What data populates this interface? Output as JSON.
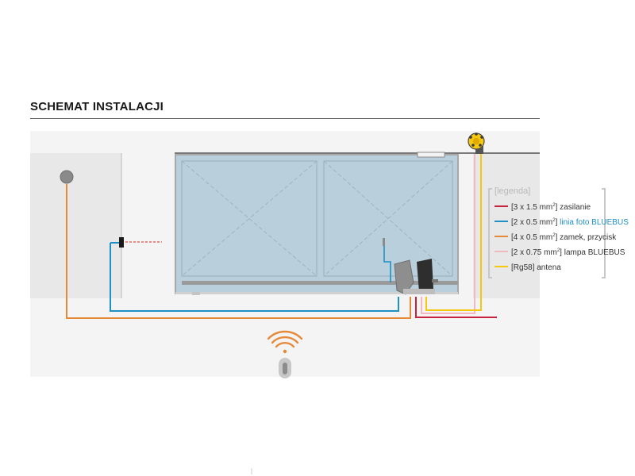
{
  "title": "SCHEMAT INSTALACJI",
  "colors": {
    "wall": "#e8e8e8",
    "gate_fill": "#b9cfdb",
    "gate_frame": "#a8a8a8",
    "power": "#c8233e",
    "bluebus_photo": "#1f8fc6",
    "lock_button": "#e68a3a",
    "lamp_bluebus": "#f2b9c2",
    "antenna": "#f5c70f",
    "bluebus_text": "#1f8fc6"
  },
  "legend": {
    "title": "legenda",
    "items": [
      {
        "cable": "3 x 1.5 mm",
        "sup": "2",
        "desc": "zasilanie",
        "color_key": "power"
      },
      {
        "cable": "2 x 0.5 mm",
        "sup": "2",
        "desc": "linia foto BLUEBUS",
        "color_key": "bluebus_photo",
        "desc_colored": true
      },
      {
        "cable": "4 x 0.5 mm",
        "sup": "2",
        "desc": "zamek, przycisk",
        "color_key": "lock_button"
      },
      {
        "cable": "2 x 0.75 mm",
        "sup": "2",
        "desc": "lampa BLUEBUS",
        "color_key": "lamp_bluebus"
      },
      {
        "cable": "Rg58",
        "sup": "",
        "desc": "antena",
        "color_key": "antenna"
      }
    ]
  },
  "icons": {
    "flashing_lamp": "flashing-lamp-icon",
    "key_selector": "key-selector-icon",
    "photocell_tx": "photocell-transmitter-icon",
    "photocell_rx": "photocell-receiver-icon",
    "gear_motor": "gear-motor-icon",
    "remote": "remote-control-icon",
    "signal": "wireless-signal-icon"
  }
}
